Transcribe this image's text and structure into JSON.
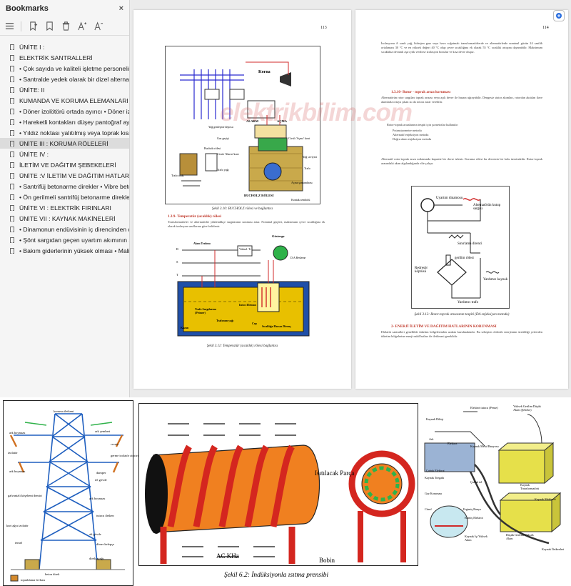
{
  "sidebar": {
    "title": "Bookmarks",
    "close": "×",
    "items": [
      {
        "label": "ÜNİTE I :"
      },
      {
        "label": "ELEKTRİK SANTRALLERİ"
      },
      {
        "label": "• Çok sayıda ve kaliteli işletme personeline ihtiyaç"
      },
      {
        "label": "• Santralde yedek olarak bir dizel alternatör sistem"
      },
      {
        "label": "ÜNİTE: II"
      },
      {
        "label": "KUMANDA VE KORUMA ELEMANLARI"
      },
      {
        "label": "• Döner izolötörü ortada ayırıcı • Döner izolötörü"
      },
      {
        "label": "• Hareketli kontakları düşey pantoğraf ayırıcı • Ha"
      },
      {
        "label": "• Yıldız noktası yalıtılmış veya toprak kısa devre si"
      },
      {
        "label": "ÜNİTE III : KORUMA RÖLELERİ",
        "selected": true
      },
      {
        "label": "ÜNİTE IV :"
      },
      {
        "label": "İLETİM VE DAĞITIM ŞEBEKELERİ"
      },
      {
        "label": "ÜNİTE :V İLETİM VE DAĞITIM HATLARI"
      },
      {
        "label": "• Santrifüj betonarme direkler • Vibre betonarme"
      },
      {
        "label": "• Ön gerilmeli santrifüj betonarme direkler • Ön g"
      },
      {
        "label": "ÜNİTE VI : ELEKTRİK FIRINLARI"
      },
      {
        "label": "ÜNİTE VII : KAYNAK MAKİNELERİ"
      },
      {
        "label": "• Dinamonun endüvisinin iç direncinden dolayı ge"
      },
      {
        "label": "• Şönt sargıdan geçen uyartım akımının azalması"
      },
      {
        "label": "• Bakım giderlerinin yüksek olması • Maliyetlerinin"
      }
    ]
  },
  "page113": {
    "number": "113",
    "fig1_caption": "Şekil 3.10: BUCHOLZ rölesi ve bağlantısı",
    "fig1_labels": {
      "korna": "Korna",
      "alarm": "ALARM",
      "acma": "AÇMA",
      "bucholz": "BUCHOLZ RÖLESİ",
      "trafo_tank": "Trafo tankı",
      "bucholz_rolesi": "Bucholz rölesi",
      "yag_genlesme": "Yağ genleşme deposu",
      "gaz_gecis": "Gaz geçişi",
      "civali_acma": "Civalı 'Açma' kont",
      "civali_alarm": "Civalı 'Alarm' kont",
      "yag_sev": "Yağ seviyesi",
      "trafo": "Trafo",
      "trafo_yag": "Trafo yağı",
      "aciq": "Açma şamandırası",
      "kontak_sem": "Kontak sembolü"
    },
    "heading": "1.3.9- Temperatür (sıcaklık) rölesi",
    "para": "Transformatörler ve alternatörler yüklendikçe sargılarının ısınması artar. Nominal güçleri, maksimum çevre sıcaklığına ek olarak izolasyon sınıflarına göre belirlenir.",
    "fig2_caption": "Şekil 3.11: Temperatür (sıcaklık) rölesi bağlantısı",
    "fig2_labels": {
      "gosterge": "Gösterge",
      "akim_trafosu": "Akım Trafosu",
      "yukseltici": "Yüksel. Tr",
      "da_besleme": "D.A Besleme",
      "trafo_sargi": "Trafo Sargılarına (Primer)",
      "isitici": "Isıtıcı Eleman",
      "trafonun_yagi": "Trafonun yağı",
      "kazan": "Kazan",
      "cep": "Cep",
      "sicaklik": "Sıcaklığa Hassas Direnç",
      "r": "R",
      "s": "S",
      "t": "T"
    }
  },
  "page114": {
    "number": "114",
    "intro": "İzolasyonu A sınıfı yağ, hidrojen gazı veya hava soğutmalı transformatörlerde ve alternatörlerde nominal gücün 24 saatlik ortalaması 30 °C ve en yüksek değeri 40 °C olup çevre sıcaklığına ek olarak 55 °C sıcaklık artışına dayanabilir. Maksimum sıcaklıkta devamlı aşırı yük verilirse izolasyon bozulur ve kısa devre oluşur.",
    "heading1": "1.3.10- Rotor - toprak arıza koruması",
    "para1": "Alternatörün rotor sargıları toprak arızası veya açık devre ile hasara uğrayabilir. Dengesiz stator akımları, rotordan akıtılan ilave akımlarla ortaya çıkan ısı da rotora zarar verebilir.",
    "list_intro": "Rotor-toprak arızalarının tespiti için şu metotlar kullanılır:",
    "list": [
      "Potansiyometre metodu",
      "Alternatif enjeksiyon metodu",
      "Doğru akım enjeksiyon metodu"
    ],
    "para2": "Alternatif rotor-toprak arıza noktasında kapasite bir devre izlenir. Koruma rölesi bu devrenin bir kolu üzerindedir. Rotor-toprak arasındaki akım algılandığında röle çalışır.",
    "fig_caption": "Şekil 3.12: Rotor-toprak arızasının tespiti (DA enjeksiyon metodu)",
    "fig_labels": {
      "uyartim": "Uyartım dinamosu",
      "alternator": "Alternatörün kutup sargısı",
      "sinirlama": "Sınırlama direnci",
      "gerilim": "gerilim rölesi",
      "redresor": "Redresör köprüsü",
      "yardimci_kaynak": "Yardımcı kaynak",
      "yardimci_trafo": "Yardımcı trafo"
    },
    "heading2": "2- ENERJİ İLETİM VE DAĞITIM HATLARININ KORUNMASI",
    "para3": "Elektrik santralleri genellikle tüketim bölgelerinden uzakta kurulmaktadır. Bu sebepten elektrik enerjisinin üretildiği yerlerden tüketim bölgelerine enerji nakil hatları ile iletilmesi gereklidir."
  },
  "watermark": "elektrikbilim.com",
  "tower": {
    "labels": [
      "koruma iletkeni",
      "ark boynuzu",
      "ark çemberi",
      "izolatör",
      "cıvata",
      "ark boynuzu",
      "germe izolatör zinciri",
      "damper",
      "tel gövde",
      "ark boynuzu",
      "tutucu iletken",
      "galvanizli köşebent demiri",
      "alt gövde",
      "kurt ağzı izolatör",
      "temel",
      "döner kelepçe",
      "direk ayağı",
      "beton direk",
      "topraklama levhası"
    ]
  },
  "induction": {
    "part_label": "Isıtılacak Parça",
    "coil_label": "Bobin",
    "freq_label": "AC KHz",
    "caption": "Şekil 6.2: İndüksiyonla ısıtma prensibi"
  },
  "welding": {
    "labels": [
      "Elektrot tutucu (Pense)",
      "Kaynak Dikişi",
      "Ark",
      "Elektrot",
      "Kaynak Metal Banyosu",
      "Çubuk Elektrot",
      "Kaynak Tezgahı",
      "Çubuk tel",
      "Gaz Koruması",
      "Cüruf",
      "Ergimiş Banyo",
      "Erimiş Elektrot",
      "Kaynak İşi Yüksek Akım",
      "Düşük Gerilim Yüksek Akım",
      "Yüksek Gerilim Düşük Akım (Şebeke)",
      "Kaynak Transformatörü",
      "Kaynak Makinesi",
      "Kaynak İletkenleri"
    ]
  },
  "colors": {
    "sidebar_bg": "#f5f5f5",
    "selected_bg": "#dcdcdc",
    "heading_red": "#c0392b",
    "coil_red": "#d4261f",
    "part_orange": "#f08020",
    "tower_blue": "#1f5fbf",
    "tank_tan": "#c9a94b",
    "machine_yellow": "#e6e04a"
  },
  "icons": [
    "menu-icon",
    "bookmark-icon",
    "bookmark-add-icon",
    "delete-icon",
    "font-increase-icon",
    "font-decrease-icon",
    "close-icon",
    "bookmark-item-icon",
    "copilot-icon"
  ]
}
